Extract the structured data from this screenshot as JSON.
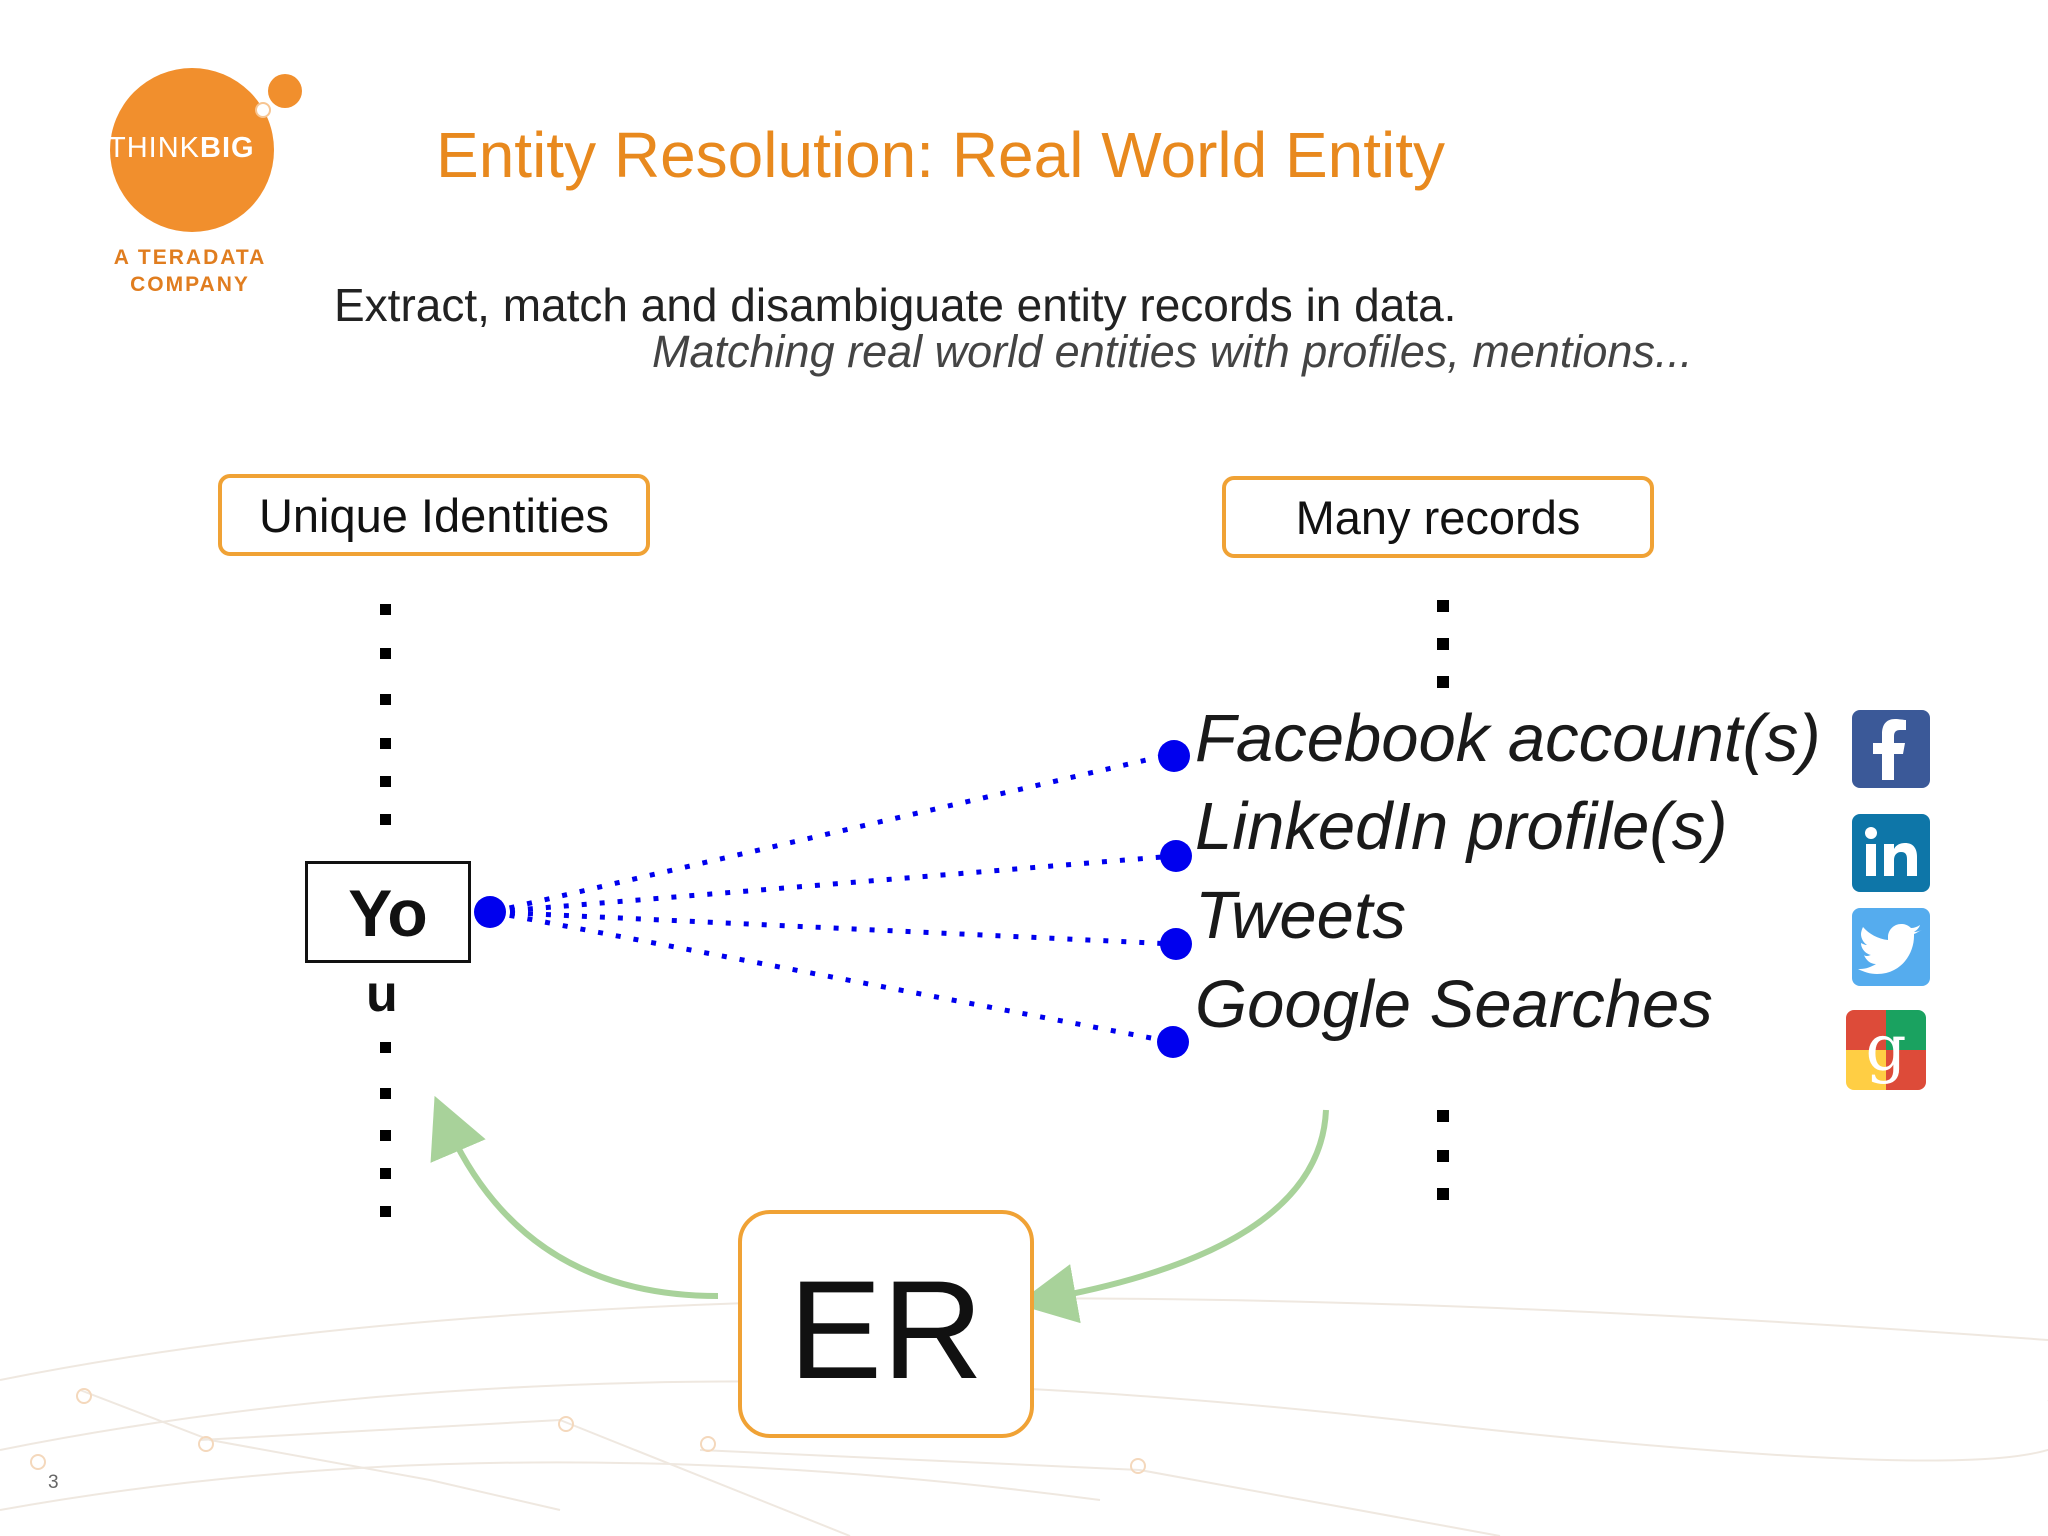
{
  "logo": {
    "brand_light": "THINK",
    "brand_bold": "BIG",
    "sub_line1": "A TERADATA",
    "sub_line2": "COMPANY",
    "color": "#f18f2d"
  },
  "title": "Entity Resolution: Real World Entity",
  "subtitle": "Extract, match and disambiguate entity records in data.",
  "tagline": "Matching real world entities with profiles, mentions...",
  "left_box": "Unique Identities",
  "right_box": "Many records",
  "you_line1": "Yo",
  "you_line2": "u",
  "records": [
    "Facebook account(s)",
    "LinkedIn profile(s)",
    "Tweets",
    "Google Searches"
  ],
  "icons": [
    "facebook-icon",
    "linkedin-icon",
    "twitter-icon",
    "google-icon"
  ],
  "process_label": "ER",
  "page_number": "3",
  "colors": {
    "title": "#e8891e",
    "box_border": "#f0a235",
    "link": "#0000ee",
    "arrow": "#a8d29a"
  }
}
